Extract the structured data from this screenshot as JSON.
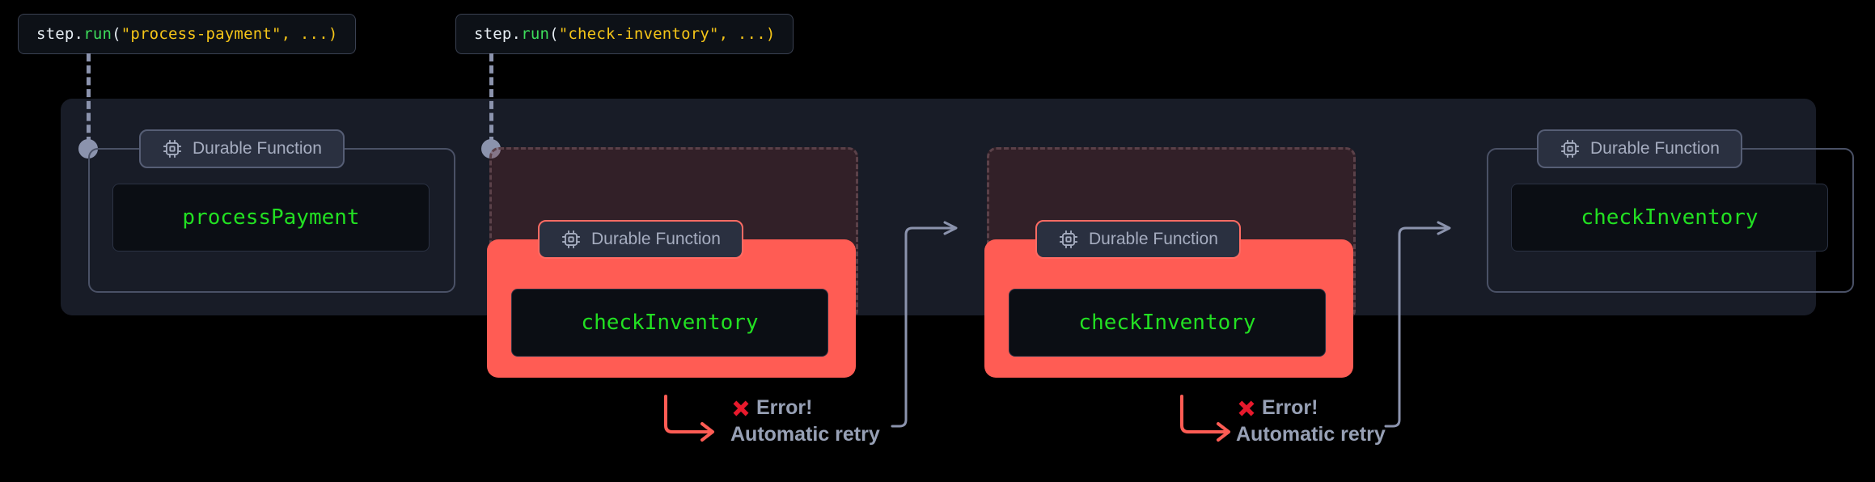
{
  "diagram": {
    "title": "Durable function step execution with automatic retry",
    "background_color": "#000000",
    "canvas_color": "#181c27"
  },
  "code_labels": [
    {
      "id": "process-payment",
      "obj": "step.",
      "fn": "run",
      "open": "(",
      "arg": "\"process-payment\"",
      "rest": ", ...)"
    },
    {
      "id": "check-inventory",
      "obj": "step.",
      "fn": "run",
      "open": "(",
      "arg": "\"check-inventory\"",
      "rest": ", ...)"
    }
  ],
  "nodes": [
    {
      "id": "process-payment-node",
      "badge": "Durable Function",
      "icon": "cpu-chip-icon",
      "function_name": "processPayment",
      "state": "success"
    },
    {
      "id": "check-inventory-attempt-1",
      "badge": "Durable Function",
      "icon": "cpu-chip-icon",
      "function_name": "checkInventory",
      "state": "error"
    },
    {
      "id": "check-inventory-attempt-2",
      "badge": "Durable Function",
      "icon": "cpu-chip-icon",
      "function_name": "checkInventory",
      "state": "error"
    },
    {
      "id": "check-inventory-success",
      "badge": "Durable Function",
      "icon": "cpu-chip-icon",
      "function_name": "checkInventory",
      "state": "success"
    }
  ],
  "errors": [
    {
      "id": "error-1",
      "icon": "x-mark-icon",
      "label": "Error!",
      "retry_label": "Automatic retry"
    },
    {
      "id": "error-2",
      "icon": "x-mark-icon",
      "label": "Error!",
      "retry_label": "Automatic retry"
    }
  ],
  "colors": {
    "error_red": "#ff5c54",
    "error_x": "#e8192c",
    "function_green": "#22e022",
    "string_yellow": "#f5c518",
    "method_green": "#3ddc5b",
    "muted_text": "#97a0b5",
    "connector_gray": "#8b93ad"
  }
}
